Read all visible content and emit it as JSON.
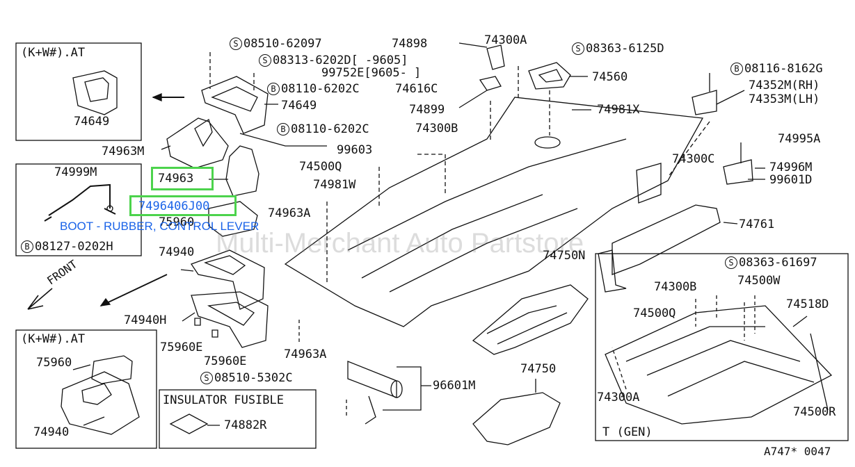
{
  "accent_colors": {
    "highlight_border": "#4cd34c",
    "link_text": "#1a63e8",
    "line": "#111111"
  },
  "highlight": {
    "part_main": "74963",
    "part_selected": "7496406J00",
    "description": "BOOT - RUBBER, CONTROL LEVER"
  },
  "watermark": "Multi-Merchant Auto Partstore",
  "diagram_code": "A747* 0047",
  "insets": {
    "top_left": {
      "title": "(K+W#).AT",
      "part": "74649"
    },
    "mid_left": {
      "part_a": "74999M",
      "fastener_prefix": "B",
      "fastener": "08127-0202H"
    },
    "bottom_left": {
      "title": "(K+W#).AT",
      "part_a": "75960",
      "part_b": "74940"
    },
    "insulator": {
      "title": "INSULATOR FUSIBLE",
      "part": "74882R"
    },
    "t_gen": {
      "title": "T (GEN)"
    }
  },
  "labels": {
    "s_08510_62097": "08510-62097",
    "s_08313_6202d": "08313-6202D[  -9605]",
    "p_99752e": "99752E[9605-  ]",
    "b_08110_6202c_a": "08110-6202C",
    "p_74649": "74649",
    "b_08110_6202c_b": "08110-6202C",
    "p_74963m": "74963M",
    "p_74963a_top": "74963A",
    "p_75960": "75960",
    "p_74940": "74940",
    "p_74940h": "74940H",
    "p_75960e_a": "75960E",
    "p_75960e_b": "75960E",
    "p_74963a_bot": "74963A",
    "s_08510_5302c": "08510-5302C",
    "p_74898": "74898",
    "p_74300a_top": "74300A",
    "s_08363_6125d": "08363-6125D",
    "p_74560": "74560",
    "p_74616c": "74616C",
    "p_74899": "74899",
    "p_74981x": "74981X",
    "p_74300b_top": "74300B",
    "p_99603": "99603",
    "p_74500q_top": "74500Q",
    "p_74981w": "74981W",
    "b_08116_8162g": "08116-8162G",
    "p_74352m": "74352M(RH)",
    "p_74353m": "74353M(LH)",
    "p_74995a": "74995A",
    "p_74300c": "74300C",
    "p_74996m": "74996M",
    "p_99601d": "99601D",
    "p_74761": "74761",
    "p_74750n": "74750N",
    "p_96601m": "96601M",
    "p_74750": "74750",
    "s_08363_61697": "08363-61697",
    "p_74300b_box": "74300B",
    "p_74500w": "74500W",
    "p_74518d": "74518D",
    "p_74500q_box": "74500Q",
    "p_74300a_box": "74300A",
    "p_74500r": "74500R",
    "front": "FRONT",
    "circle_s": "S",
    "circle_b": "B"
  }
}
